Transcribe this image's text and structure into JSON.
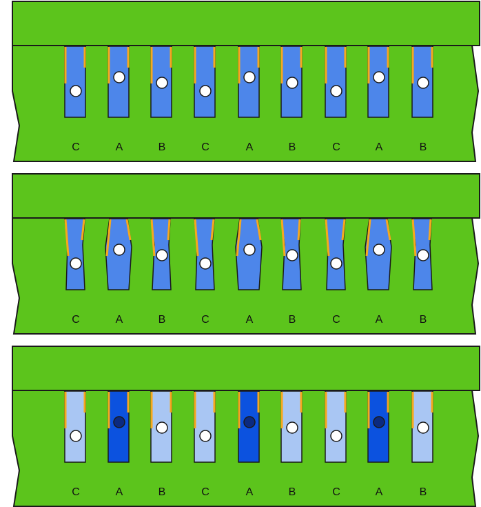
{
  "colors": {
    "green": "#5cc41c",
    "outline": "#1a1a1a",
    "blue": "#4d86ea",
    "light_blue": "#a9c6f3",
    "dark_blue": "#0c52df",
    "orange": "#f6a81e",
    "pin_white": "#ffffff",
    "pin_dark": "#0b2a80"
  },
  "panels": [
    {
      "name": "panel-1",
      "columns": [
        {
          "label": "C",
          "shape": "straight",
          "fill": "blue",
          "pin": "white",
          "pin_level": "low"
        },
        {
          "label": "A",
          "shape": "straight",
          "fill": "blue",
          "pin": "white",
          "pin_level": "high"
        },
        {
          "label": "B",
          "shape": "straight",
          "fill": "blue",
          "pin": "white",
          "pin_level": "mid"
        },
        {
          "label": "C",
          "shape": "straight",
          "fill": "blue",
          "pin": "white",
          "pin_level": "low"
        },
        {
          "label": "A",
          "shape": "straight",
          "fill": "blue",
          "pin": "white",
          "pin_level": "high"
        },
        {
          "label": "B",
          "shape": "straight",
          "fill": "blue",
          "pin": "white",
          "pin_level": "mid"
        },
        {
          "label": "C",
          "shape": "straight",
          "fill": "blue",
          "pin": "white",
          "pin_level": "low"
        },
        {
          "label": "A",
          "shape": "straight",
          "fill": "blue",
          "pin": "white",
          "pin_level": "high"
        },
        {
          "label": "B",
          "shape": "straight",
          "fill": "blue",
          "pin": "white",
          "pin_level": "mid"
        }
      ]
    },
    {
      "name": "panel-2",
      "columns": [
        {
          "label": "C",
          "shape": "narrow",
          "fill": "blue",
          "pin": "white",
          "pin_level": "low"
        },
        {
          "label": "A",
          "shape": "bulge",
          "fill": "blue",
          "pin": "white",
          "pin_level": "high"
        },
        {
          "label": "B",
          "shape": "lean",
          "fill": "blue",
          "pin": "white",
          "pin_level": "mid"
        },
        {
          "label": "C",
          "shape": "narrow",
          "fill": "blue",
          "pin": "white",
          "pin_level": "low"
        },
        {
          "label": "A",
          "shape": "bulge",
          "fill": "blue",
          "pin": "white",
          "pin_level": "high"
        },
        {
          "label": "B",
          "shape": "lean",
          "fill": "blue",
          "pin": "white",
          "pin_level": "mid"
        },
        {
          "label": "C",
          "shape": "narrow",
          "fill": "blue",
          "pin": "white",
          "pin_level": "low"
        },
        {
          "label": "A",
          "shape": "bulge",
          "fill": "blue",
          "pin": "white",
          "pin_level": "high"
        },
        {
          "label": "B",
          "shape": "lean",
          "fill": "blue",
          "pin": "white",
          "pin_level": "mid"
        }
      ]
    },
    {
      "name": "panel-3",
      "columns": [
        {
          "label": "C",
          "shape": "straight",
          "fill": "light",
          "pin": "white",
          "pin_level": "low"
        },
        {
          "label": "A",
          "shape": "straight",
          "fill": "dark",
          "pin": "dark",
          "pin_level": "high"
        },
        {
          "label": "B",
          "shape": "straight",
          "fill": "light",
          "pin": "white",
          "pin_level": "mid"
        },
        {
          "label": "C",
          "shape": "straight",
          "fill": "light",
          "pin": "white",
          "pin_level": "low"
        },
        {
          "label": "A",
          "shape": "straight",
          "fill": "dark",
          "pin": "dark",
          "pin_level": "high"
        },
        {
          "label": "B",
          "shape": "straight",
          "fill": "light",
          "pin": "white",
          "pin_level": "mid"
        },
        {
          "label": "C",
          "shape": "straight",
          "fill": "light",
          "pin": "white",
          "pin_level": "low"
        },
        {
          "label": "A",
          "shape": "straight",
          "fill": "dark",
          "pin": "dark",
          "pin_level": "high"
        },
        {
          "label": "B",
          "shape": "straight",
          "fill": "light",
          "pin": "white",
          "pin_level": "mid"
        }
      ]
    }
  ]
}
